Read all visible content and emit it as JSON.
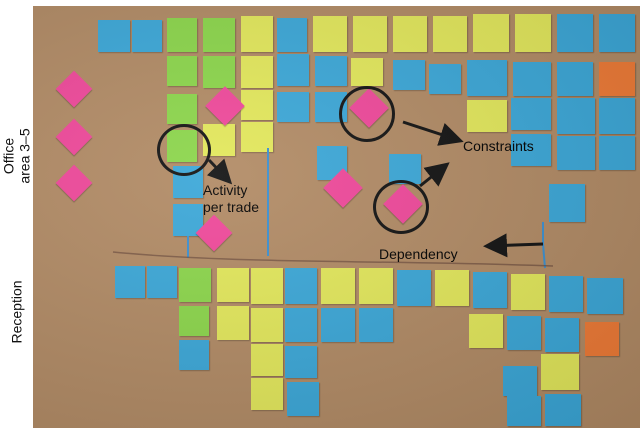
{
  "labels": {
    "office": "Office\narea 3–5",
    "reception": "Reception"
  },
  "annotations": {
    "constraints": "Constraints",
    "activity": "Activity\nper trade",
    "dependency": "Dependency"
  },
  "colors": {
    "board": "#b18a64",
    "blue_note": "#3aa7d8",
    "yellow_note": "#e3e85a",
    "green_note": "#8bd64a",
    "pink_note": "#f0479a",
    "orange_note": "#ef7a35",
    "arrow": "#111111",
    "dependency_line": "#3a8fd0"
  }
}
